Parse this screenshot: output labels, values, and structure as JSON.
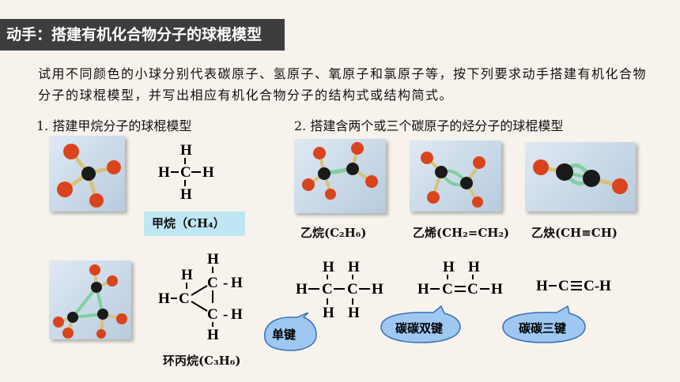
{
  "header": {
    "title": "动手：搭建有机化合物分子的球棍模型"
  },
  "intro": "试用不同颜色的小球分别代表碳原子、氢原子、氧原子和氯原子等，按下列要求动手搭建有机化合物分子的球棍模型，并写出相应有机化合物分子的结构式或结构简式。",
  "section1": {
    "label": "1. 搭建甲烷分子的球棍模型",
    "name_label": "甲烷（CH₄）"
  },
  "section2": {
    "label": "2. 搭建含两个或三个碳原子的烃分子的球棍模型"
  },
  "molecules": {
    "ethane": {
      "label": "乙烷(C₂H₆)"
    },
    "ethylene": {
      "label": "乙烯(CH₂=CH₂)"
    },
    "acetylene": {
      "label": "乙炔(CH≡CH)"
    },
    "cyclopropane": {
      "label": "环丙烷(C₃H₆)"
    }
  },
  "atoms": {
    "H": "H",
    "C": "C",
    "single_dash": "-",
    "ch_group": "C-H"
  },
  "callouts": {
    "single_bond": "单键",
    "double_bond": "碳碳双键",
    "triple_bond": "碳碳三键"
  },
  "colors": {
    "header_bg": "#3d3d3d",
    "name_box": "#bfe7f3",
    "bubble_fill": "#9ec8f2",
    "bubble_stroke": "#3a6fb8",
    "carbon": "#1a1a1a",
    "hydrogen": "#d9441c",
    "stick": "#d8c27a",
    "bond_ring": "#7ed0a0"
  }
}
